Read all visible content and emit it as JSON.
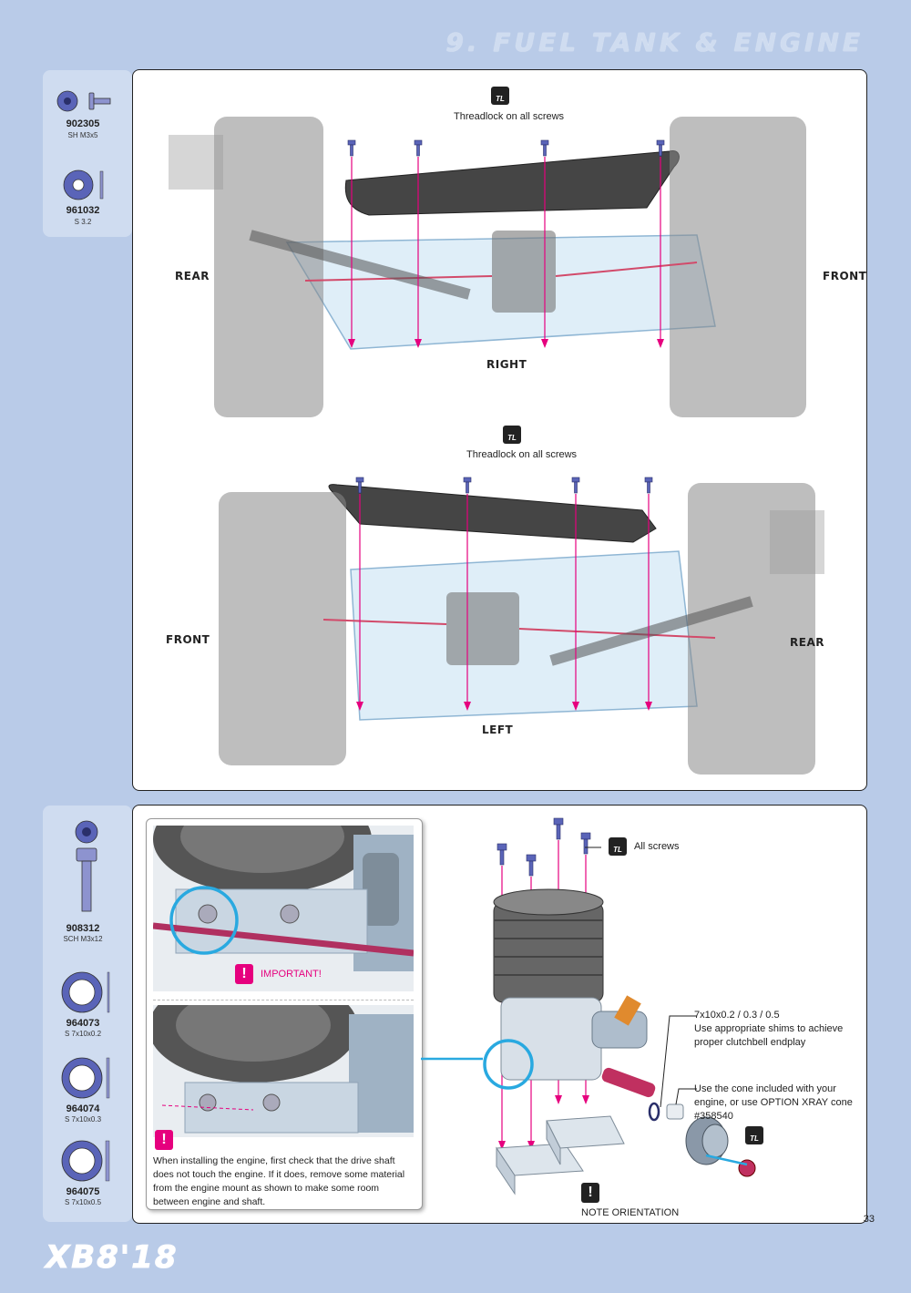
{
  "header": {
    "title": "9. FUEL TANK & ENGINE"
  },
  "parts_top": [
    {
      "code": "902305",
      "desc": "SH M3x5"
    },
    {
      "code": "961032",
      "desc": "S 3.2"
    }
  ],
  "parts_bottom": [
    {
      "code": "908312",
      "desc": "SCH M3x12"
    },
    {
      "code": "964073",
      "desc": "S 7x10x0.2"
    },
    {
      "code": "964074",
      "desc": "S 7x10x0.3"
    },
    {
      "code": "964075",
      "desc": "S 7x10x0.5"
    }
  ],
  "step1": {
    "threadlock": "Threadlock on all screws",
    "rear": "REAR",
    "front": "FRONT",
    "side": "RIGHT"
  },
  "step2": {
    "threadlock": "Threadlock on all screws",
    "front": "FRONT",
    "rear": "REAR",
    "side": "LEFT"
  },
  "step3": {
    "important": "IMPORTANT!",
    "note": "When installing the engine, first check that the drive shaft does not touch the engine. If it does, remove some material from the engine mount as shown to make some room between engine and shaft.",
    "all_screws": "All screws",
    "shims_title": "7x10x0.2 / 0.3 / 0.5",
    "shims_text": "Use appropriate shims to achieve proper clutchbell endplay",
    "cone_text": "Use the cone included with your engine, or use OPTION XRAY cone #358540",
    "orientation": "NOTE ORIENTATION",
    "tl_icon": "TL"
  },
  "footer": {
    "logo": "XB8'18",
    "page": "33"
  },
  "colors": {
    "background": "#b9cbe8",
    "accent": "#e6007e",
    "screw": "#5a64b8",
    "callout": "#29a9e0"
  }
}
